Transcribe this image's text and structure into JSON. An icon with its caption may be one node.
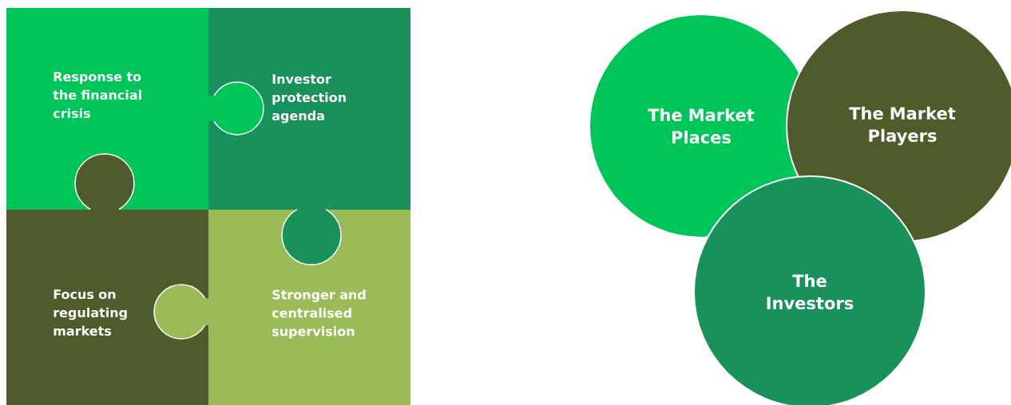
{
  "diagram": {
    "nodes": [
      {
        "text": [
          "Response to the financial crisis"
        ]
      },
      {
        "text": [
          "Investor protection agenda"
        ]
      },
      {
        "text": [
          "Focus on regulating markets"
        ]
      },
      {
        "text": [
          "Stronger and centralised supervision"
        ]
      },
      {
        "text": [
          "The Market Places"
        ]
      },
      {
        "text": [
          "The Market Players"
        ]
      },
      {
        "text": [
          "The Investors"
        ]
      }
    ]
  }
}
